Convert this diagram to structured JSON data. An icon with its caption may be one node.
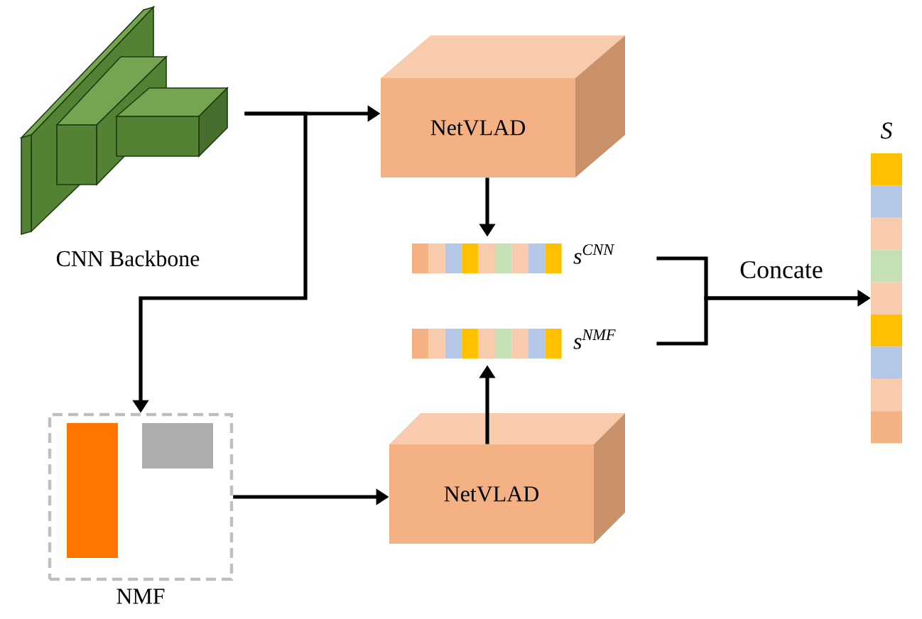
{
  "diagram": {
    "nodes": [
      {
        "text": [
          "CNN Backbone"
        ]
      },
      {
        "text": [
          "NetVLAD"
        ]
      },
      {
        "text": [
          "NMF"
        ]
      },
      {
        "text": [
          "NetVLAD"
        ]
      },
      {
        "text": [
          "s$^{CNN}$"
        ]
      },
      {
        "text": [
          "s$^{NMF}$"
        ]
      },
      {
        "text": [
          "S"
        ]
      }
    ],
    "edges": [
      {
        "from": 0,
        "to": 1,
        "arrow": "to"
      },
      {
        "from": 0,
        "to": 2,
        "arrow": "to"
      },
      {
        "from": 2,
        "to": 3,
        "arrow": "to"
      },
      {
        "from": 1,
        "to": 4,
        "arrow": "to"
      },
      {
        "from": 3,
        "to": 5,
        "arrow": "to"
      },
      {
        "from": 4,
        "to": 6,
        "arrow": "to",
        "label": "Concate"
      },
      {
        "from": 5,
        "to": 6,
        "arrow": "to"
      }
    ]
  }
}
